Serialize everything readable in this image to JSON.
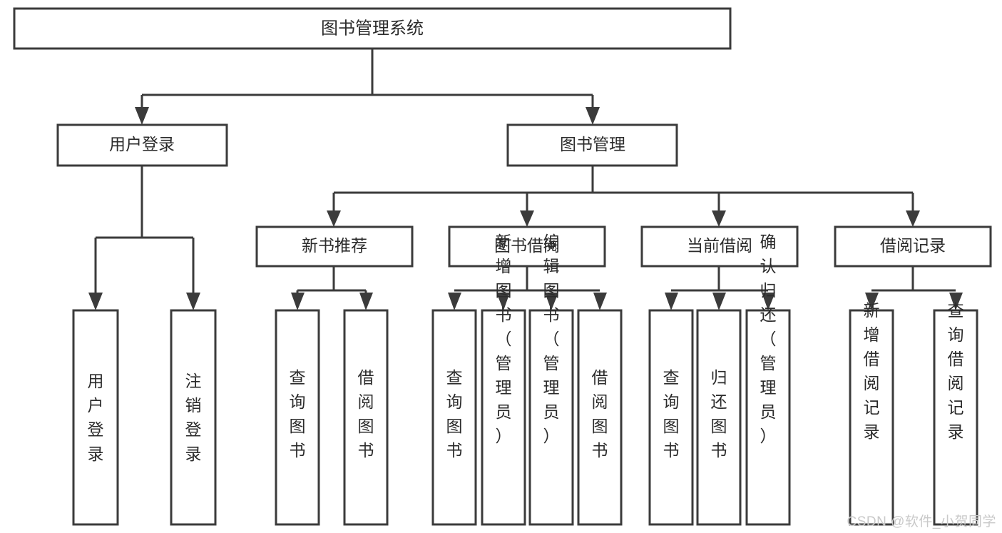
{
  "diagram": {
    "type": "tree-hierarchy",
    "title": "图书管理系统",
    "watermark": "CSDN @软件_小贺同学",
    "colors": {
      "box_stroke": "#3b3b3b",
      "box_fill": "#ffffff",
      "text": "#2b2b2b",
      "connector": "#3b3b3b",
      "watermark": "#c9c9c9",
      "background": "#ffffff"
    },
    "root": {
      "label": "图书管理系统"
    },
    "level2": [
      {
        "label": "用户登录"
      },
      {
        "label": "图书管理"
      }
    ],
    "level3": [
      {
        "label": "新书推荐"
      },
      {
        "label": "图书借阅"
      },
      {
        "label": "当前借阅"
      },
      {
        "label": "借阅记录"
      }
    ],
    "leaves": {
      "user_login": [
        {
          "label": "用户登录"
        },
        {
          "label": "注销登录"
        }
      ],
      "new_book_recommend": [
        {
          "label": "查询图书"
        },
        {
          "label": "借阅图书"
        }
      ],
      "book_borrow": [
        {
          "label": "查询图书"
        },
        {
          "label": "新增图书（管理员）"
        },
        {
          "label": "编辑图书（管理员）"
        },
        {
          "label": "借阅图书"
        }
      ],
      "current_borrow": [
        {
          "label": "查询图书"
        },
        {
          "label": "归还图书"
        },
        {
          "label": "确认归还（管理员）"
        }
      ],
      "borrow_record": [
        {
          "label": "新增借阅记录"
        },
        {
          "label": "查询借阅记录"
        }
      ]
    }
  }
}
